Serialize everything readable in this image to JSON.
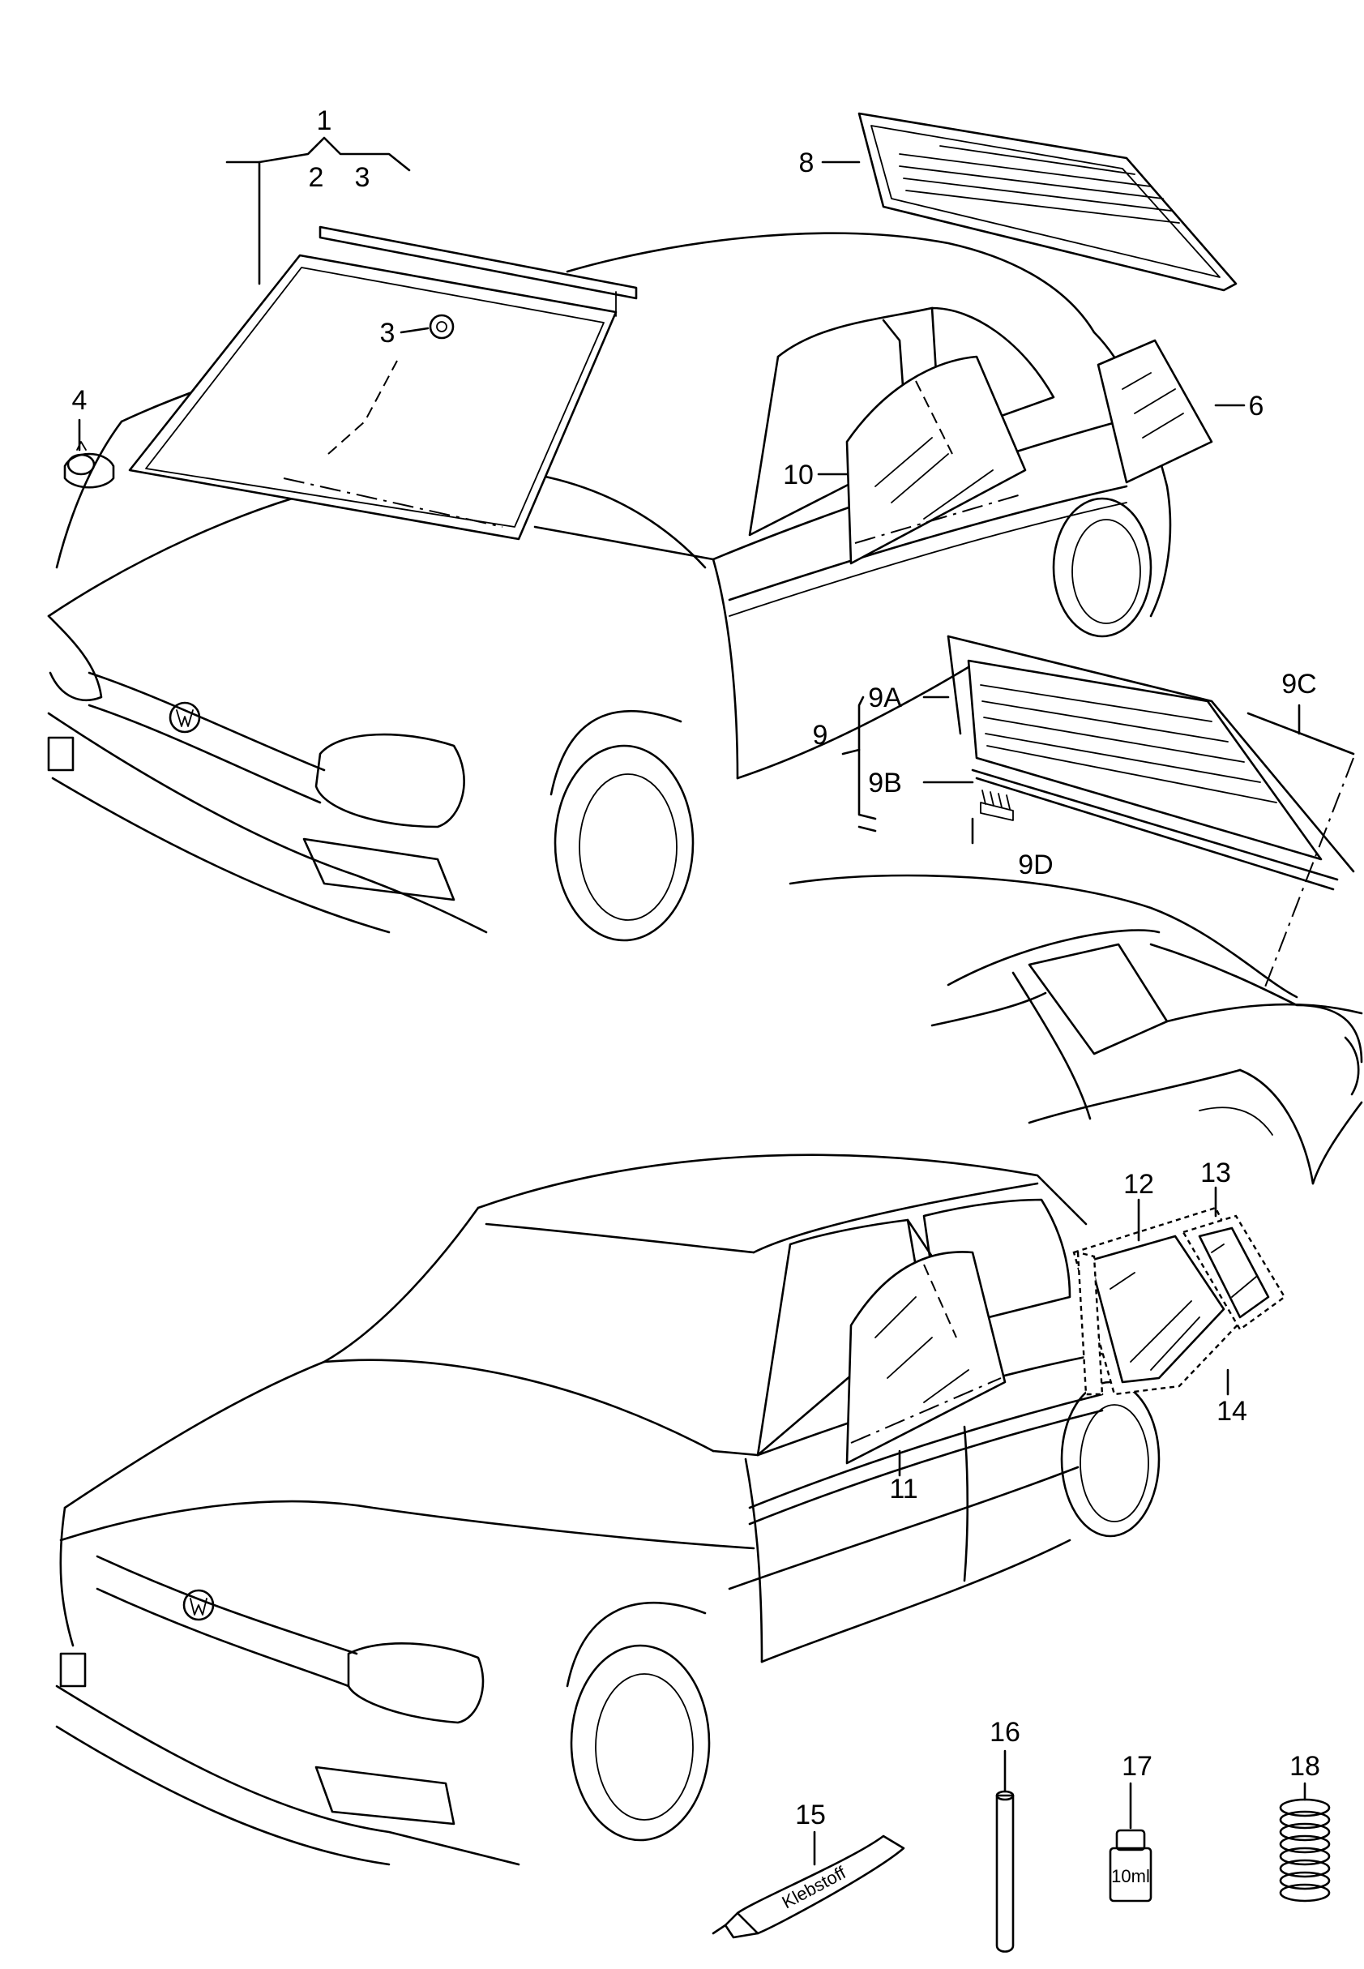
{
  "callouts": {
    "c1": "1",
    "c2": "2",
    "c3a": "3",
    "c3b": "3",
    "c4": "4",
    "c6": "6",
    "c8": "8",
    "c9": "9",
    "c9A": "9A",
    "c9B": "9B",
    "c9C": "9C",
    "c9D": "9D",
    "c10": "10",
    "c11": "11",
    "c12": "12",
    "c13": "13",
    "c14": "14",
    "c15": "15",
    "c16": "16",
    "c17": "17",
    "c18": "18"
  },
  "product_labels": {
    "tube": "Klebstoff",
    "bottle": "10ml"
  }
}
